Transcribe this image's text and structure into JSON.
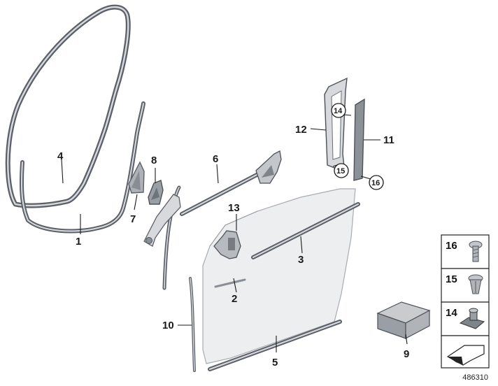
{
  "labels": {
    "p1": "1",
    "p2": "2",
    "p3": "3",
    "p4": "4",
    "p5": "5",
    "p6": "6",
    "p7": "7",
    "p8": "8",
    "p9": "9",
    "p10": "10",
    "p11": "11",
    "p12": "12",
    "p13": "13",
    "c14": "14",
    "c15": "15",
    "c16": "16"
  },
  "legend": {
    "item16": "16",
    "item15": "15",
    "item14": "14"
  },
  "reference_number": "486310"
}
